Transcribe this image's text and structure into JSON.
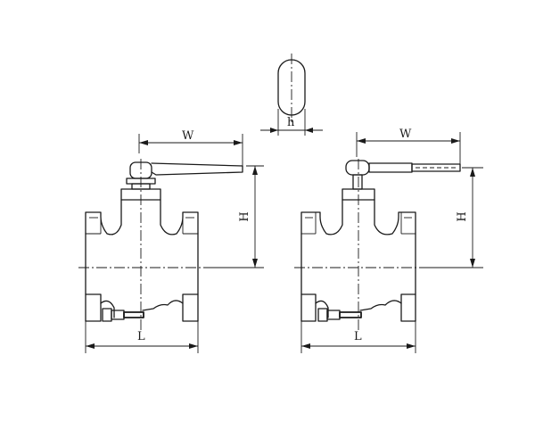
{
  "labels": {
    "handle_width": "h",
    "left_width": "W",
    "left_height": "H",
    "left_length": "L",
    "right_width": "W",
    "right_height": "H",
    "right_length": "L"
  },
  "colors": {
    "line": "#1a1a1a",
    "background": "#ffffff"
  }
}
